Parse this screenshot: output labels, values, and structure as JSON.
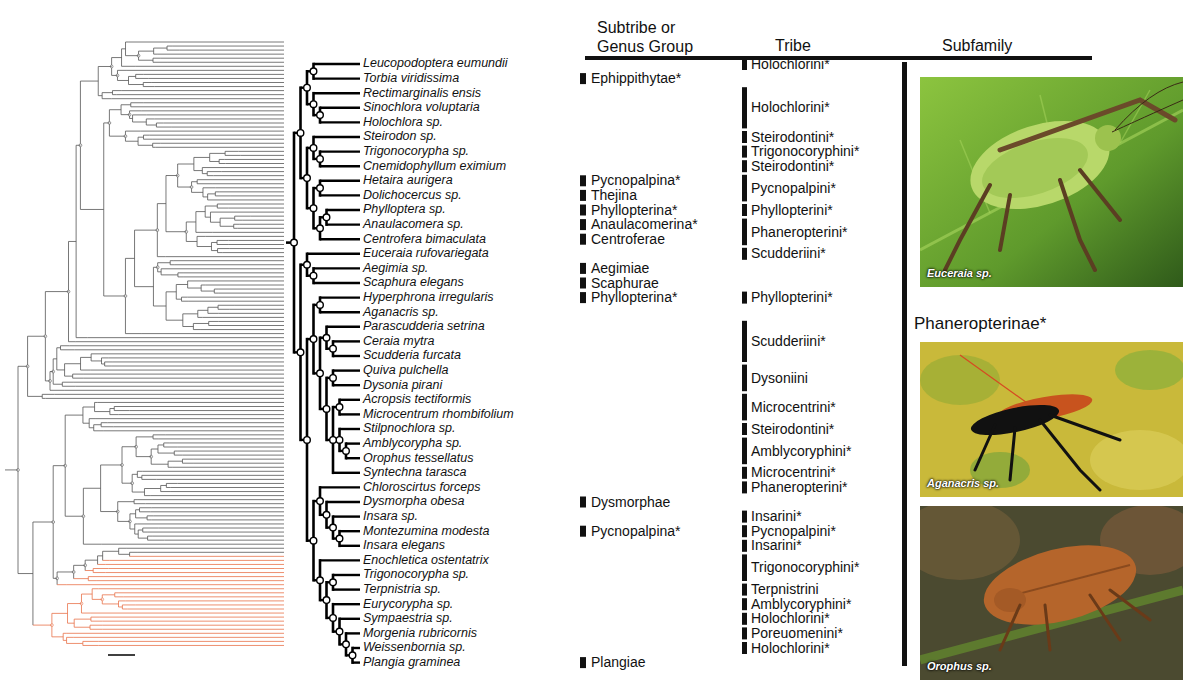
{
  "diagram": {
    "labels": [
      "Subtribe or Genus Group",
      "Tribe",
      "Subfamily",
      "Leucopodoptera eumundii",
      "Torbia viridissima",
      "Rectimarginalis ensis",
      "Sinochlora voluptaria",
      "Holochlora sp.",
      "Steirodon sp.",
      "Trigonocorypha sp.",
      "Cnemidophyllum eximium",
      "Hetaira aurigera",
      "Dolichocercus sp.",
      "Phylloptera sp.",
      "Anaulacomera sp.",
      "Centrofera bimaculata",
      "Euceraia rufovariegata",
      "Aegimia sp.",
      "Scaphura elegans",
      "Hyperphrona irregularis",
      "Aganacris sp.",
      "Parascudderia setrina",
      "Ceraia mytra",
      "Scudderia furcata",
      "Quiva pulchella",
      "Dysonia pirani",
      "Acropsis tectiformis",
      "Microcentrum rhombifolium",
      "Stilpnochlora sp.",
      "Amblycorypha sp.",
      "Orophus tessellatus",
      "Syntechna tarasca",
      "Chloroscirtus forceps",
      "Dysmorpha obesa",
      "Insara sp.",
      "Montezumina modesta",
      "Insara elegans",
      "Enochletica ostentatrix",
      "Trigonocorypha sp.",
      "Terpnistria sp.",
      "Eurycorypha sp.",
      "Sympaestria sp.",
      "Morgenia rubricornis",
      "Weissenbornia sp.",
      "Plangia graminea",
      "Ephippithytae*",
      "Pycnopalpina*",
      "Thejina",
      "Phyllopterina*",
      "Anaulacomerina*",
      "Centroferae",
      "Aegimiae",
      "Scaphurae",
      "Phyllopterina*",
      "Dysmorphae",
      "Pycnopalpina*",
      "Plangiae",
      "Holochlorini*",
      "Holochlorini*",
      "Steirodontini*",
      "Trigonocoryphini*",
      "Steirodontini*",
      "Pycnopalpini*",
      "Phyllopterini*",
      "Phaneropterini*",
      "Scudderiini*",
      "Phyllopterini*",
      "Scudderiini*",
      "Dysoniini",
      "Microcentrini*",
      "Steirodontini*",
      "Amblycoryphini*",
      "Microcentrini*",
      "Phaneropterini*",
      "Insarini*",
      "Pycnopalpini*",
      "Insarini*",
      "Trigonocoryphini*",
      "Terpnistrini",
      "Amblycoryphini*",
      "Holochlorini*",
      "Poreuomenini*",
      "Holochlorini*",
      "Phaneropterinae*",
      "Euceraia sp.",
      "Aganacris sp.",
      "Orophus sp."
    ]
  }
}
